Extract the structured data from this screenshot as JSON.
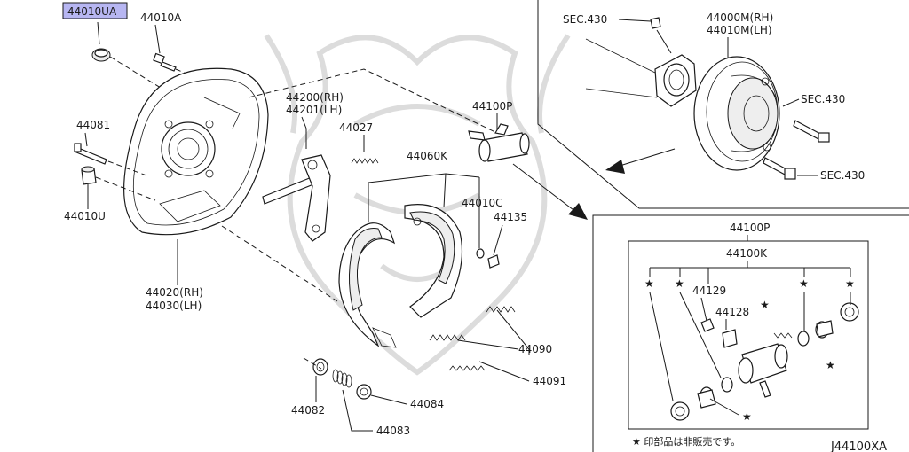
{
  "diagram_code": "J44100XA",
  "footnote": "★ 印部品は非販売です。",
  "star": "★",
  "labels": {
    "p44010UA": "44010UA",
    "p44010A": "44010A",
    "p44081": "44081",
    "p44010U": "44010U",
    "p44020": "44020(RH)",
    "p44030": "44030(LH)",
    "p44200": "44200(RH)",
    "p44201": "44201(LH)",
    "p44027": "44027",
    "p44060K": "44060K",
    "p44010C": "44010C",
    "p44135": "44135",
    "p44100P_top": "44100P",
    "p44090": "44090",
    "p44091": "44091",
    "p44084": "44084",
    "p44082": "44082",
    "p44083": "44083",
    "sec430_a": "SEC.430",
    "sec430_b": "SEC.430",
    "sec430_c": "SEC.430",
    "p44000M": "44000M(RH)",
    "p44010M": "44010M(LH)",
    "p44100P_box": "44100P",
    "p44100K": "44100K",
    "p44129": "44129",
    "p44128": "44128"
  },
  "colors": {
    "highlight": "#b7b6f2",
    "ink": "#1a1a1a",
    "watermark": "#dcdcdc"
  }
}
